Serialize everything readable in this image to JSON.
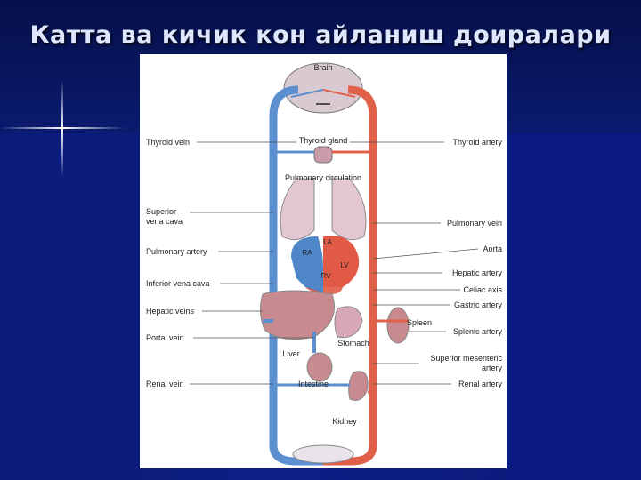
{
  "title": "Катта ва кичик кон айланиш доиралари",
  "labels": {
    "brain": "Brain",
    "thyroid_gland": "Thyroid gland",
    "pulmonary_circulation": "Pulmonary circulation",
    "la": "LA",
    "ra": "RA",
    "lv": "LV",
    "rv": "RV",
    "spleen": "Spleen",
    "stomach": "Stomach",
    "liver": "Liver",
    "intestine": "Intestine",
    "kidney": "Kidney",
    "thyroid_vein": "Thyroid vein",
    "superior_vena_cava_1": "Superior",
    "superior_vena_cava_2": "vena cava",
    "pulmonary_artery": "Pulmonary artery",
    "inferior_vena_cava": "Inferior vena cava",
    "hepatic_veins": "Hepatic veins",
    "portal_vein": "Portal vein",
    "renal_vein": "Renal vein",
    "thyroid_artery": "Thyroid artery",
    "pulmonary_vein": "Pulmonary vein",
    "aorta": "Aorta",
    "hepatic_artery": "Hepatic artery",
    "celiac_axis": "Celiac axis",
    "gastric_artery": "Gastric artery",
    "splenic_artery": "Splenic artery",
    "superior_mesenteric_1": "Superior mesenteric",
    "superior_mesenteric_2": "artery",
    "renal_artery": "Renal artery"
  },
  "colors": {
    "artery": "#e0604a",
    "vein": "#5b8fd0",
    "organ": "#c99aa8",
    "heart_blue": "#4f86c8",
    "heart_red": "#e05a45",
    "label": "#222222",
    "leader": "#555555"
  }
}
